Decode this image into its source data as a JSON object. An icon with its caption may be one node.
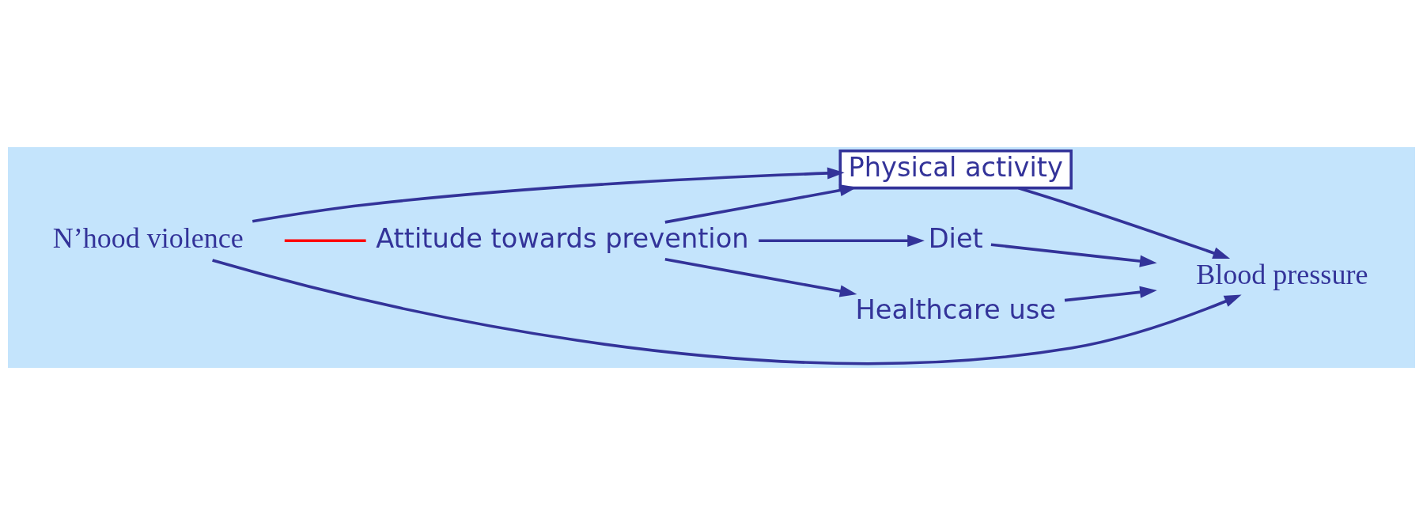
{
  "diagram": {
    "nodes": [
      {
        "text": [
          "Attitude towards prevention"
        ]
      },
      {
        "text": [
          "Physical activity"
        ]
      },
      {
        "text": [
          "Diet"
        ]
      },
      {
        "text": [
          "Healthcare use"
        ]
      },
      {
        "text": [
          "N’hood violence"
        ]
      },
      {
        "text": [
          "Blood pressure"
        ]
      }
    ],
    "edges": [
      {
        "from": 0,
        "to": 1,
        "arrow": "to"
      },
      {
        "from": 0,
        "to": 2,
        "arrow": "to"
      },
      {
        "from": 0,
        "to": 3,
        "arrow": "to"
      },
      {
        "from": 4,
        "to": 0,
        "arrow": "none",
        "color": "#ff0000"
      },
      {
        "from": 4,
        "to": 1,
        "arrow": "to"
      },
      {
        "from": 1,
        "to": 5,
        "arrow": "to"
      },
      {
        "from": 2,
        "to": 5,
        "arrow": "to"
      },
      {
        "from": 3,
        "to": 5,
        "arrow": "to"
      },
      {
        "from": 4,
        "to": 5,
        "arrow": "to"
      }
    ]
  }
}
